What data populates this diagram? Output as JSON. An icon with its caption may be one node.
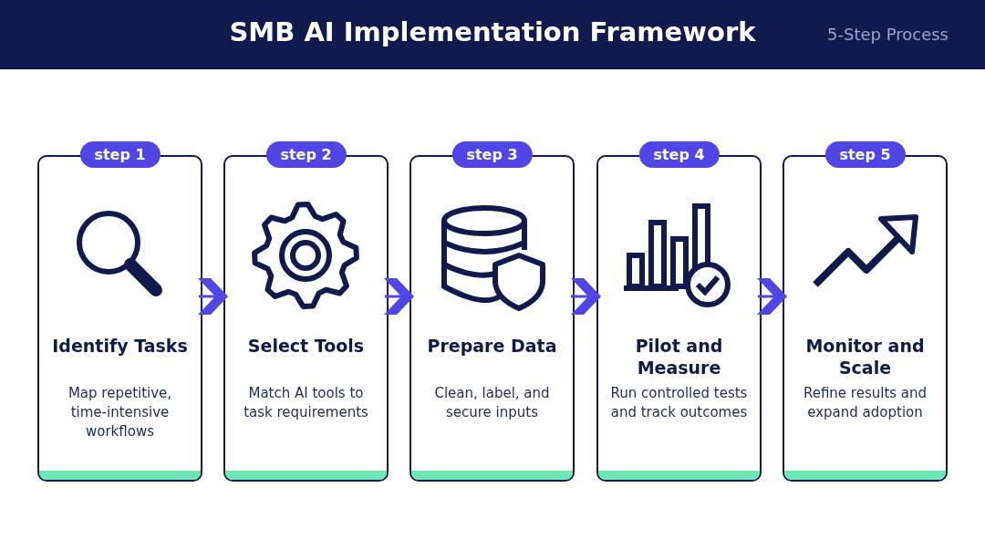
{
  "diagram": {
    "title": "SMB AI Implementation Framework",
    "nodes": [
      {
        "text": [
          "step 1",
          "Identify Tasks",
          "Map repetitive, time-intensive workflows"
        ]
      },
      {
        "text": [
          "step 2",
          "Select Tools",
          "Match AI tools to task requirements"
        ]
      },
      {
        "text": [
          "step 3",
          "Prepare Data",
          "Clean, label, and secure inputs"
        ]
      },
      {
        "text": [
          "step 4",
          "Pilot and Measure",
          "Run controlled tests and track outcomes"
        ]
      },
      {
        "text": [
          "step 5",
          "Monitor and Scale",
          "Refine results and expand adoption"
        ]
      }
    ],
    "edges": [
      {
        "from": 0,
        "to": 1,
        "arrow": "to"
      },
      {
        "from": 1,
        "to": 2,
        "arrow": "to"
      },
      {
        "from": 2,
        "to": 3,
        "arrow": "to"
      },
      {
        "from": 3,
        "to": 4,
        "arrow": "to"
      }
    ],
    "labels": [
      "5-Step Process"
    ]
  }
}
